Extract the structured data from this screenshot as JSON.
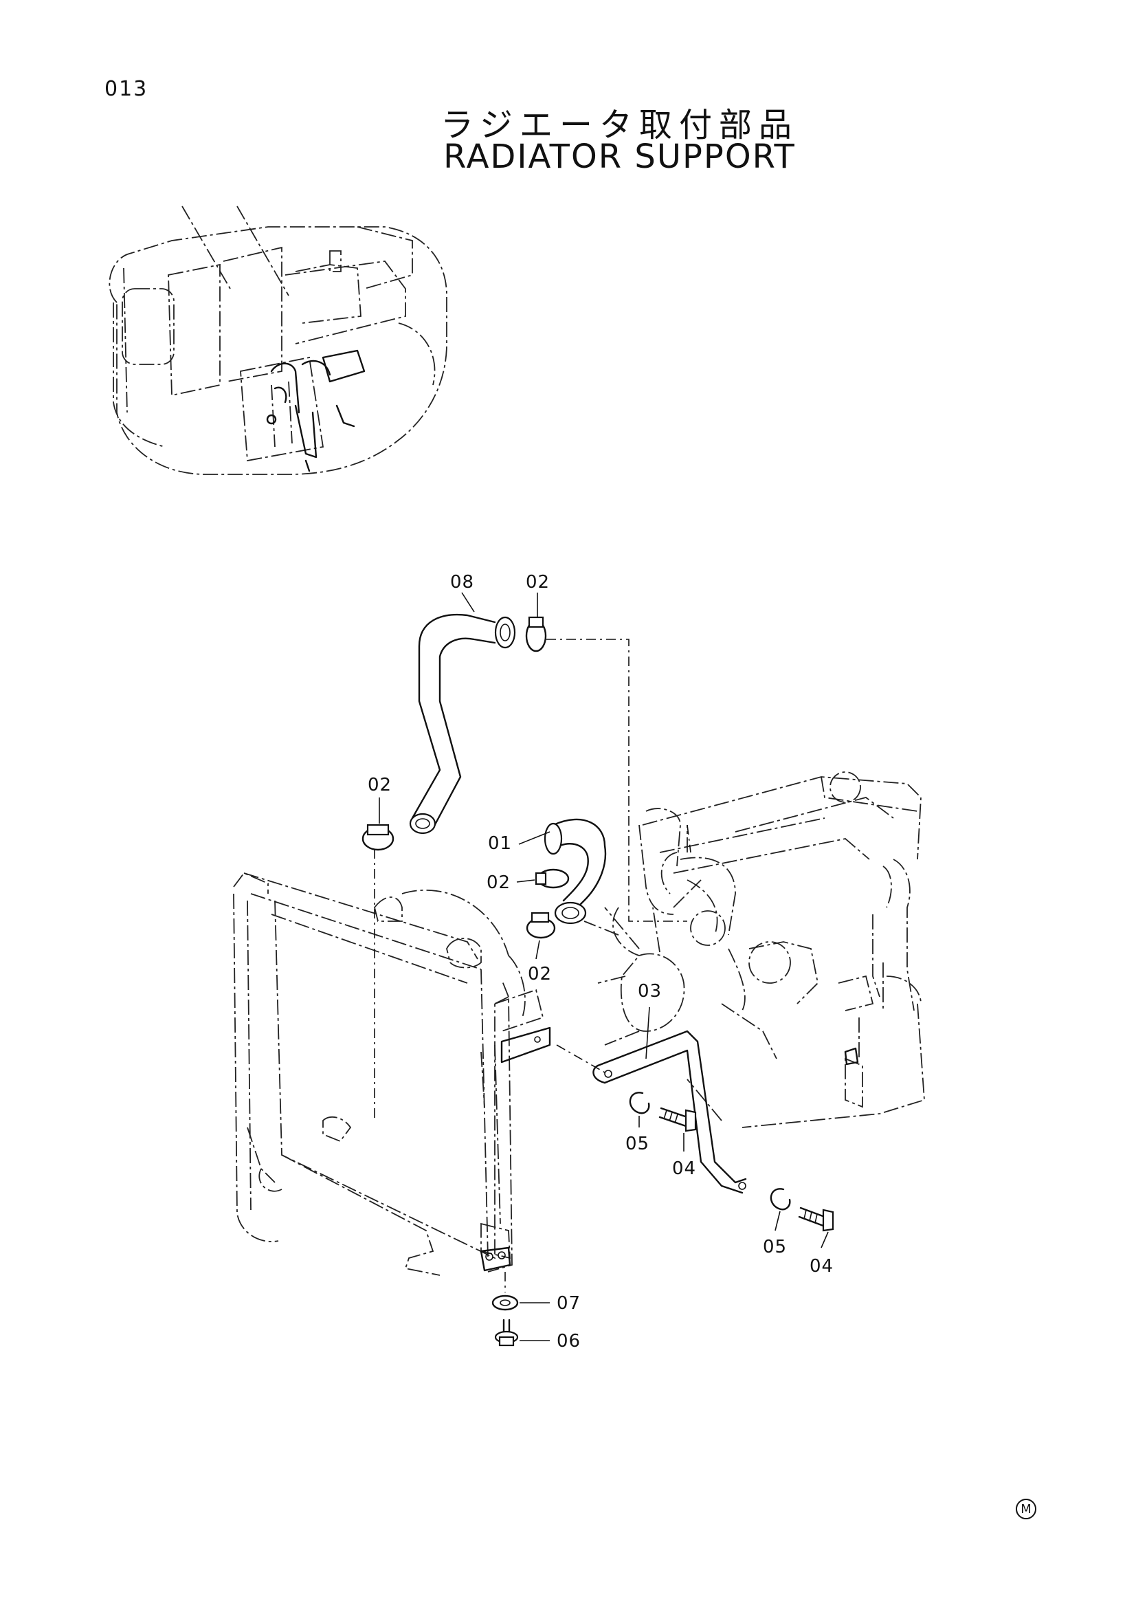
{
  "page": {
    "number": "013",
    "title_jp": "ラジエータ取付部品",
    "title_en": "RADIATOR SUPPORT",
    "mark": "M"
  },
  "callouts": [
    {
      "id": "08",
      "label": "08"
    },
    {
      "id": "02a",
      "label": "02"
    },
    {
      "id": "02b",
      "label": "02"
    },
    {
      "id": "01",
      "label": "01"
    },
    {
      "id": "02c",
      "label": "02"
    },
    {
      "id": "02d",
      "label": "02"
    },
    {
      "id": "03",
      "label": "03"
    },
    {
      "id": "05a",
      "label": "05"
    },
    {
      "id": "04a",
      "label": "04"
    },
    {
      "id": "05b",
      "label": "05"
    },
    {
      "id": "04b",
      "label": "04"
    },
    {
      "id": "07",
      "label": "07"
    },
    {
      "id": "06",
      "label": "06"
    }
  ]
}
